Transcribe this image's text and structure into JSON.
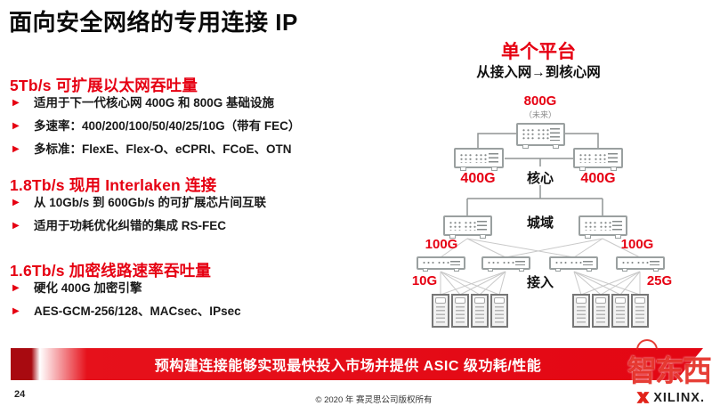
{
  "slide": {
    "title": "面向安全网络的专用连接 IP",
    "page_number": "24",
    "copyright": "© 2020 年 赛灵思公司版权所有",
    "banner_text": "预构建连接能够实现最快投入市场并提供 ASIC 级功耗/性能",
    "watermark": "智东西",
    "logo_text": "XILINX."
  },
  "sections": [
    {
      "heading": "5Tb/s 可扩展以太网吞吐量",
      "bullets": [
        "适用于下一代核心网 400G 和 800G 基础设施",
        "多速率：400/200/100/50/40/25/10G（带有 FEC）",
        "多标准：FlexE、Flex-O、eCPRI、FCoE、OTN"
      ]
    },
    {
      "heading": "1.8Tb/s 现用 Interlaken 连接",
      "bullets": [
        "从 10Gb/s 到 600Gb/s 的可扩展芯片间互联",
        "适用于功耗优化纠错的集成 RS-FEC"
      ]
    },
    {
      "heading": "1.6Tb/s 加密线路速率吞吐量",
      "bullets": [
        "硬化 400G 加密引擎",
        "AES-GCM-256/128、MACsec、IPsec"
      ]
    }
  ],
  "diagram": {
    "title": "单个平台",
    "subtitle": "从接入网→到核心网",
    "labels": {
      "top_speed": "800G",
      "top_note": "（未来）",
      "core_left_speed": "400G",
      "core_right_speed": "400G",
      "core": "核心",
      "metro": "城域",
      "metro_left_speed": "100G",
      "metro_right_speed": "100G",
      "access": "接入",
      "access_left_speed": "10G",
      "access_right_speed": "25G"
    }
  },
  "colors": {
    "accent_red": "#e60012",
    "banner_red": "#e30613",
    "structural_line_gray": "#8f9494",
    "mesh_line_gray": "#c9c9c9"
  }
}
